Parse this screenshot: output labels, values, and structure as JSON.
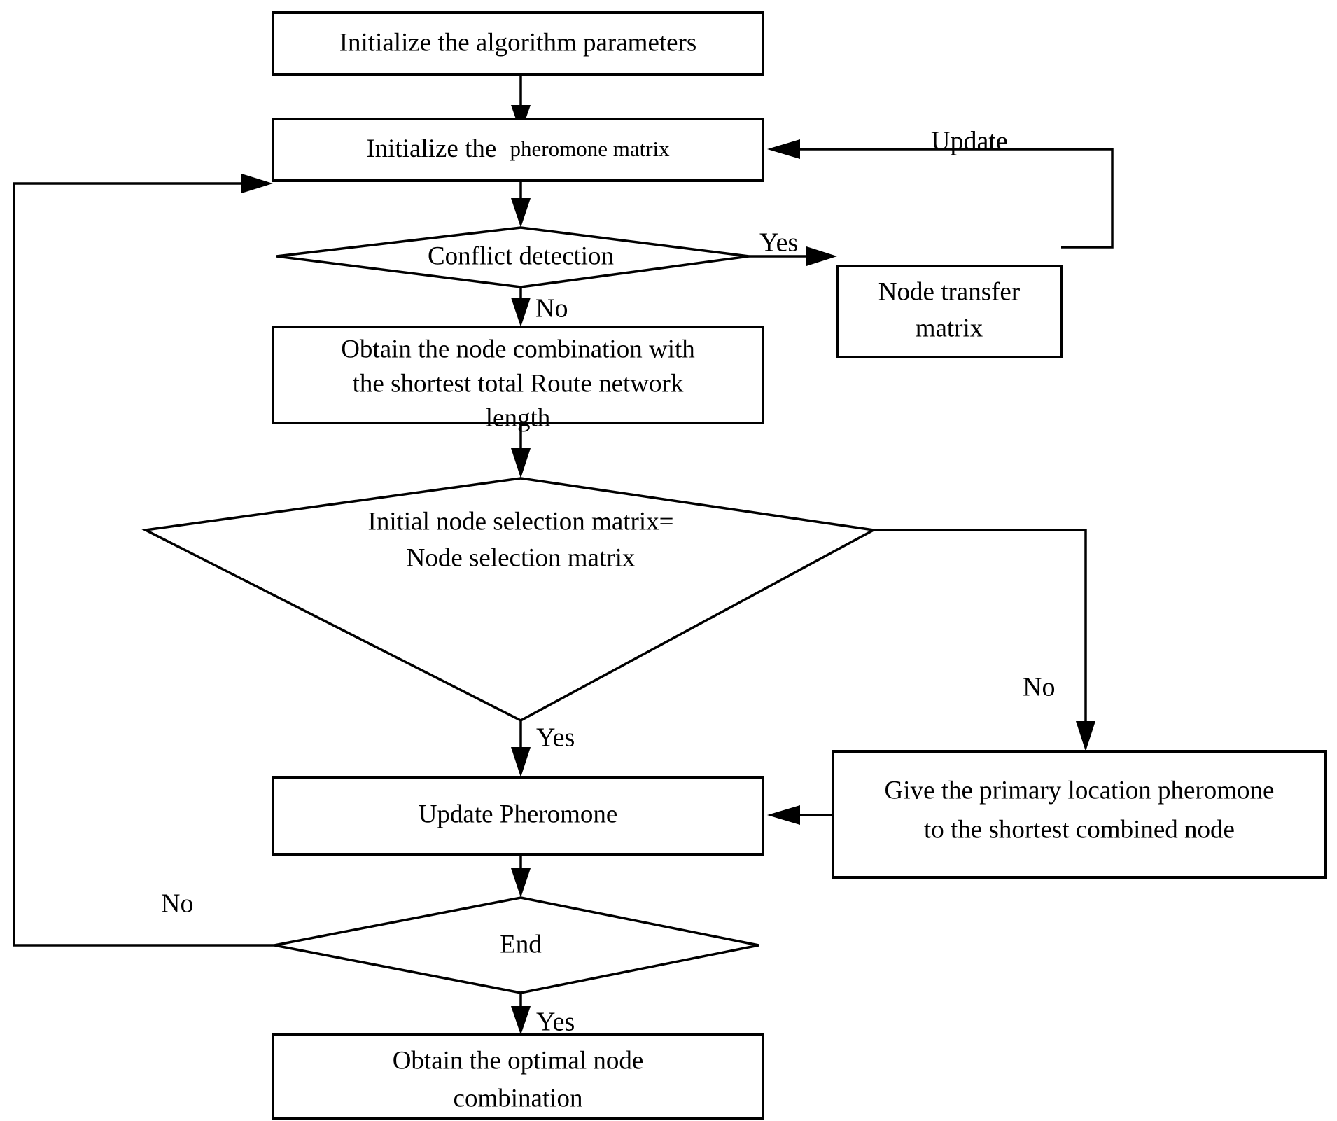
{
  "diagram": {
    "type": "flowchart",
    "title": "Ant colony algorithm node combination flowchart",
    "background_color": "#ffffff",
    "line_color": "#000000"
  },
  "nodes": {
    "init_params": {
      "shape": "process",
      "label": "Initialize the algorithm parameters"
    },
    "init_pheromone": {
      "shape": "process",
      "label_main": "Initialize the",
      "label_emphasis": "pheromone matrix"
    },
    "conflict_detection": {
      "shape": "decision",
      "label": "Conflict detection"
    },
    "node_transfer_matrix": {
      "shape": "process",
      "line1": "Node transfer",
      "line2": "matrix"
    },
    "obtain_node_combination": {
      "shape": "process",
      "line1": "Obtain the node combination with",
      "line2": "the shortest total Route network",
      "line3": "length"
    },
    "selection_matrix_compare": {
      "shape": "decision",
      "line1": "Initial node selection matrix=",
      "line2": "Node selection matrix"
    },
    "give_primary_pheromone": {
      "shape": "process",
      "line1": "Give the primary location pheromone",
      "line2": "to the shortest combined node"
    },
    "update_pheromone": {
      "shape": "process",
      "label": "Update Pheromone"
    },
    "end_decision": {
      "shape": "decision",
      "label": "End"
    },
    "obtain_optimal": {
      "shape": "process",
      "line1": "Obtain the optimal node",
      "line2": "combination"
    }
  },
  "edge_labels": {
    "update": "Update",
    "conflict_yes": "Yes",
    "conflict_no": "No",
    "selection_yes": "Yes",
    "selection_no": "No",
    "end_no": "No",
    "end_yes": "Yes"
  }
}
